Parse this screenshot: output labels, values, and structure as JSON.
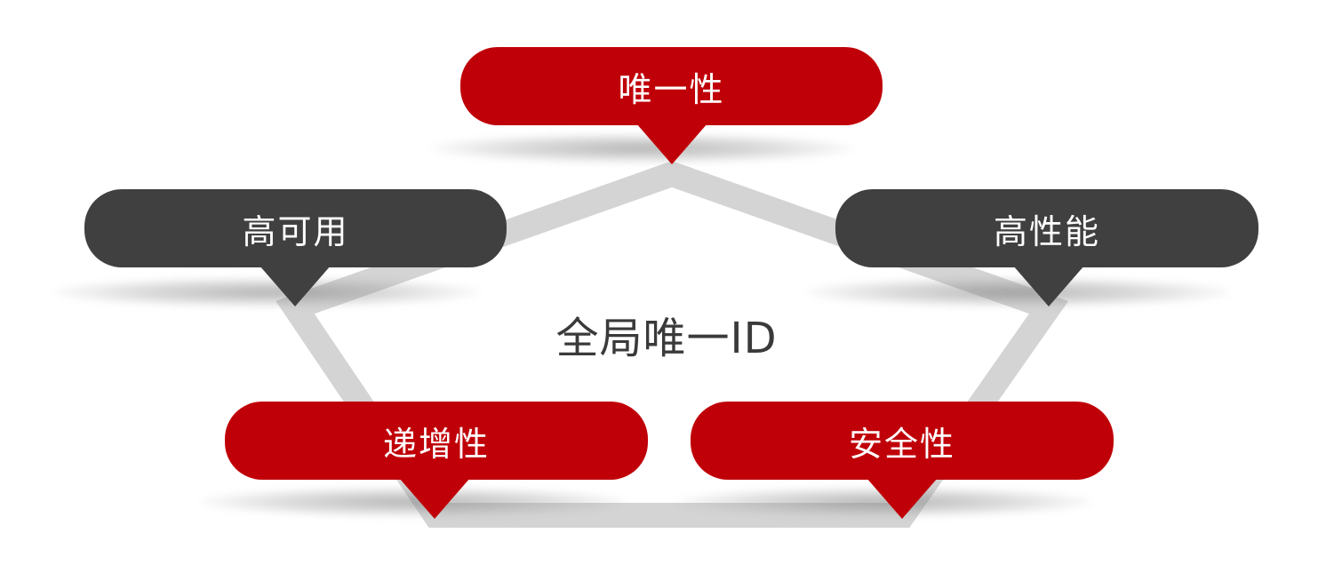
{
  "diagram": {
    "center_title": "全局唯一ID",
    "colors": {
      "red": "#c00008",
      "dark": "#404040",
      "connector": "#d4d4d4",
      "center_text": "#3a3a3a"
    },
    "nodes": [
      {
        "id": "uniqueness",
        "label": "唯一性",
        "color": "red",
        "position": "top"
      },
      {
        "id": "high-availability",
        "label": "高可用",
        "color": "dark",
        "position": "upper-left"
      },
      {
        "id": "high-performance",
        "label": "高性能",
        "color": "dark",
        "position": "upper-right"
      },
      {
        "id": "incremental",
        "label": "递增性",
        "color": "red",
        "position": "lower-left"
      },
      {
        "id": "security",
        "label": "安全性",
        "color": "red",
        "position": "lower-right"
      }
    ]
  }
}
